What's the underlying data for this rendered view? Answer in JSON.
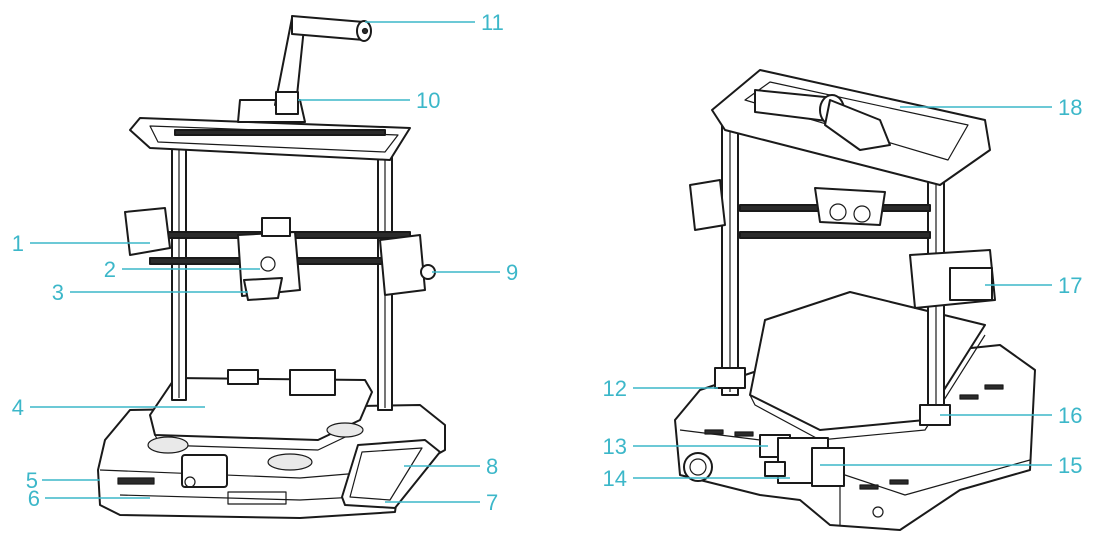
{
  "figure": {
    "colors": {
      "callout": "#3cb7c9",
      "line": "#1a1a1a"
    },
    "callouts": [
      {
        "id": "c1",
        "text": "1"
      },
      {
        "id": "c2",
        "text": "2"
      },
      {
        "id": "c3",
        "text": "3"
      },
      {
        "id": "c4",
        "text": "4"
      },
      {
        "id": "c5",
        "text": "5"
      },
      {
        "id": "c6",
        "text": "6"
      },
      {
        "id": "c7",
        "text": "7"
      },
      {
        "id": "c8",
        "text": "8"
      },
      {
        "id": "c9",
        "text": "9"
      },
      {
        "id": "c10",
        "text": "10"
      },
      {
        "id": "c11",
        "text": "11"
      },
      {
        "id": "c12",
        "text": "12"
      },
      {
        "id": "c13",
        "text": "13"
      },
      {
        "id": "c14",
        "text": "14"
      },
      {
        "id": "c15",
        "text": "15"
      },
      {
        "id": "c16",
        "text": "16"
      },
      {
        "id": "c17",
        "text": "17"
      },
      {
        "id": "c18",
        "text": "18"
      }
    ]
  }
}
